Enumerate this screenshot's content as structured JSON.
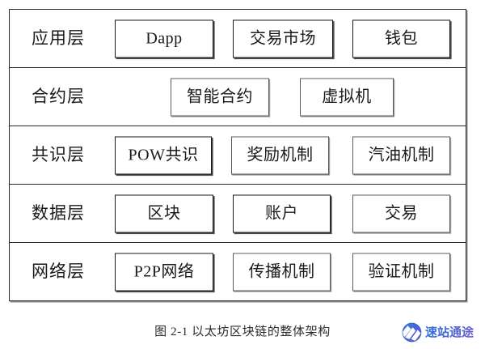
{
  "figure": {
    "caption": "图 2-1 以太坊区块链的整体架构",
    "layers": [
      {
        "label": "应用层",
        "modules": [
          "Dapp",
          "交易市场",
          "钱包"
        ]
      },
      {
        "label": "合约层",
        "modules": [
          "智能合约",
          "虚拟机"
        ]
      },
      {
        "label": "共识层",
        "modules": [
          "POW共识",
          "奖励机制",
          "汽油机制"
        ]
      },
      {
        "label": "数据层",
        "modules": [
          "区块",
          "账户",
          "交易"
        ]
      },
      {
        "label": "网络层",
        "modules": [
          "P2P网络",
          "传播机制",
          "验证机制"
        ]
      }
    ]
  },
  "watermark": {
    "text": "速站通途",
    "icon": "wave-circle-logo-icon",
    "colors": {
      "gradient_start": "#2f6fe0",
      "gradient_end": "#6c5ccf"
    }
  },
  "colors": {
    "border": "#2a2a2a",
    "background": "#ffffff",
    "text": "#1a1a1a"
  }
}
